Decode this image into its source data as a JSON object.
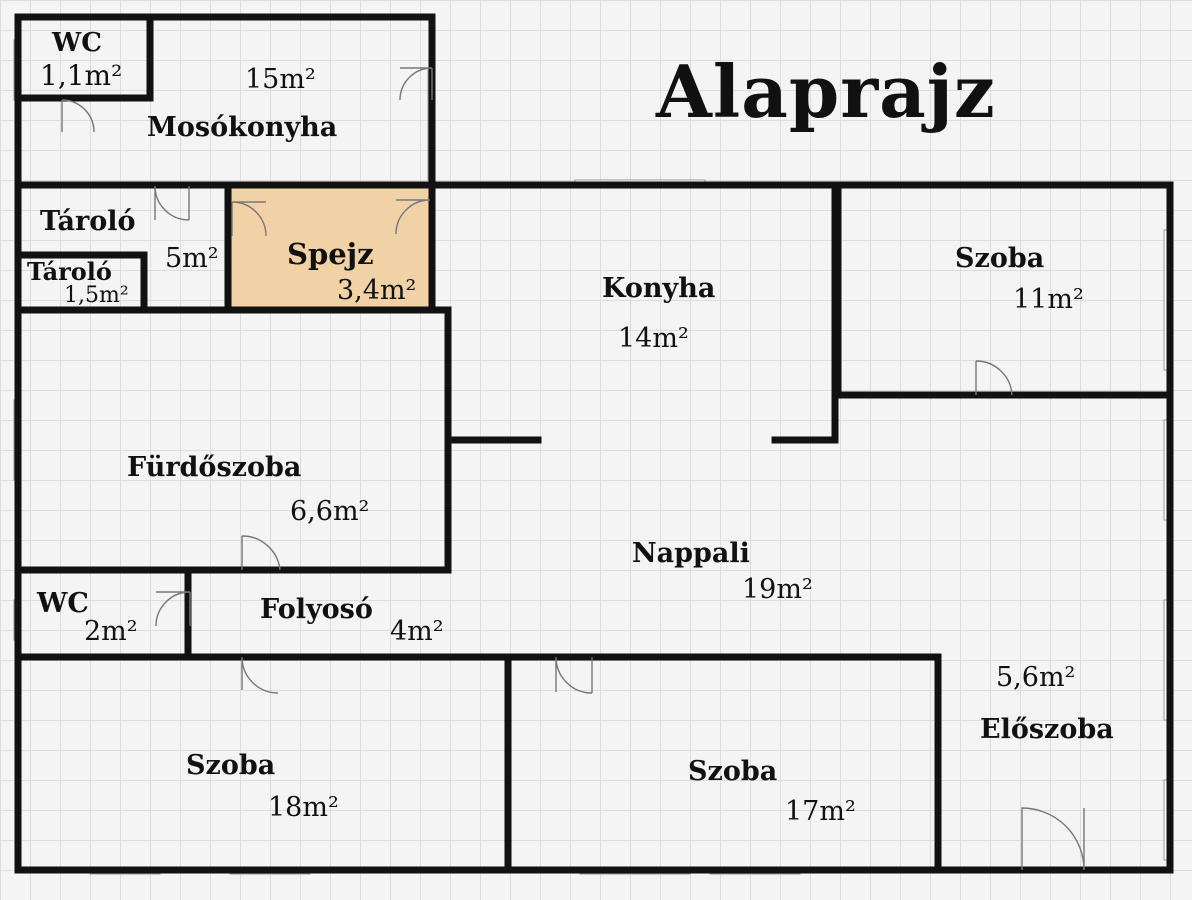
{
  "title": "Alaprajz",
  "rooms": {
    "wc_top": {
      "name": "WC",
      "area": "1,1m²"
    },
    "moso": {
      "name": "Mosókonyha",
      "area": "15m²"
    },
    "tarolo_big": {
      "name": "Tároló",
      "area": "5m²"
    },
    "tarolo_small": {
      "name": "Tároló",
      "area": "1,5m²"
    },
    "spejz": {
      "name": "Spejz",
      "area": "3,4m²"
    },
    "konyha": {
      "name": "Konyha",
      "area": "14m²"
    },
    "szoba_ne": {
      "name": "Szoba",
      "area": "11m²"
    },
    "furdo": {
      "name": "Fürdőszoba",
      "area": "6,6m²"
    },
    "nappali": {
      "name": "Nappali",
      "area": "19m²"
    },
    "wc_mid": {
      "name": "WC",
      "area": "2m²"
    },
    "folyoso": {
      "name": "Folyosó",
      "area": "4m²"
    },
    "szoba_sw": {
      "name": "Szoba",
      "area": "18m²"
    },
    "szoba_s": {
      "name": "Szoba",
      "area": "17m²"
    },
    "eloszoba": {
      "name": "Előszoba",
      "area": "5,6m²"
    }
  },
  "colors": {
    "spejz_fill": "#f1d2a6",
    "wall": "#111111",
    "grid": "#dcdcdc"
  }
}
